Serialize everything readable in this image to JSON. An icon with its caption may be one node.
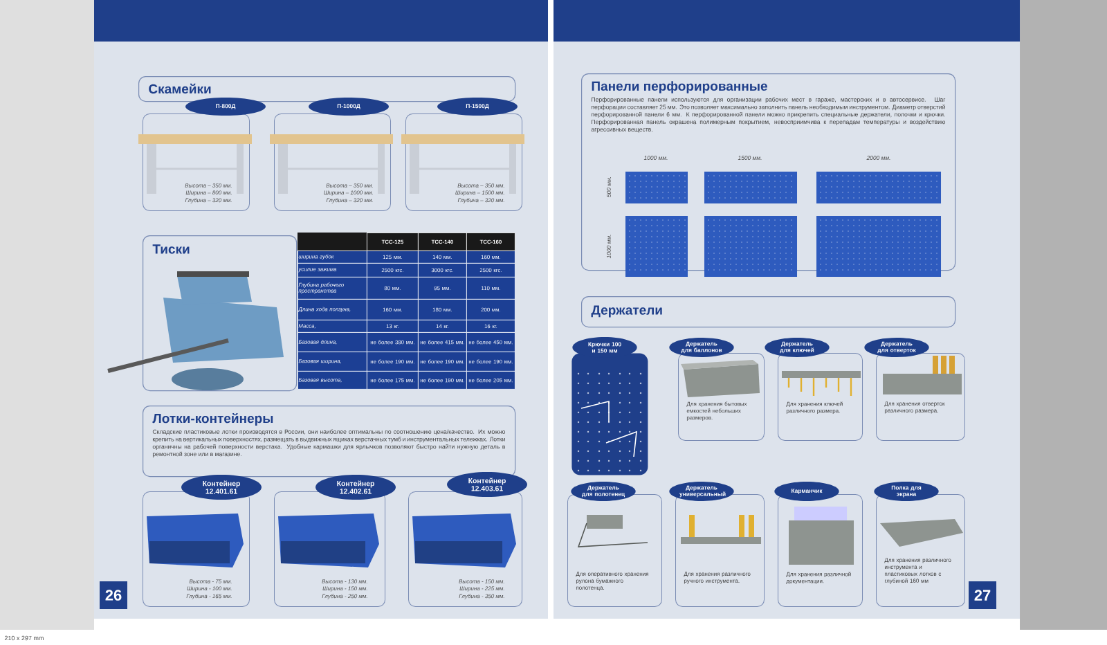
{
  "diagram": {
    "nodes": [
      {
        "text": [
          "Скамейки"
        ]
      },
      {
        "text": [
          "П-800Д",
          "Высота – 350 мм.",
          "Ширина – 800 мм.",
          "Глубина – 320 мм."
        ]
      },
      {
        "text": [
          "П-1000Д",
          "Высота – 350 мм.",
          "Ширина – 1000 мм.",
          "Глубина – 320 мм."
        ]
      },
      {
        "text": [
          "П-1500Д",
          "Высота – 350 мм.",
          "Ширина – 1500 мм.",
          "Глубина – 320 мм."
        ]
      },
      {
        "text": [
          "Тиски"
        ]
      },
      {
        "text": [
          "Лотки-контейнеры",
          "Складские пластиковые лотки производятся в России, они наиболее оптимальны по соотношению цена/качество. Их можно крепить на вертикальных поверхностях, размещать в выдвижных ящиках верстачных тумб и инструментальных тележках. Лотки органичны на рабочей поверхности верстака. Удобные кармашки для ярлычков позволяют быстро найти нужную деталь в ремонтной зоне или в магазине."
        ]
      },
      {
        "text": [
          "Контейнер 12.401.61",
          "Высота - 75 мм.",
          "Ширина - 100 мм.",
          "Глубина - 165 мм."
        ]
      },
      {
        "text": [
          "Контейнер 12.402.61",
          "Высота - 130 мм.",
          "Ширина - 150 мм.",
          "Глубина - 250 мм."
        ]
      },
      {
        "text": [
          "Контейнер 12.403.61",
          "Высота - 150 мм.",
          "Ширина - 225 мм.",
          "Глубина - 350 мм."
        ]
      },
      {
        "text": [
          "Панели перфорированные",
          "Перфорированные панели используются для организации рабочих мест в гараже, мастерских и в автосервисе. Шаг перфорации составляет 25 мм. Это позволяет максимально заполнить панель необходимым инструментом. Диаметр отверстий перфорированной панели 6 мм. К перфорированной панели можно прикрепить специальные держатели, полочки и крючки. Перфорированная панель окрашена полимерным покрытием, невосприимчива к перепадам температуры и воздействию агрессивных веществ."
        ]
      },
      {
        "text": [
          "Держатели"
        ]
      },
      {
        "text": [
          "Крючки 100 и 150 мм"
        ]
      },
      {
        "text": [
          "Держатель для баллонов",
          "Для хранения бытовых емкостей небольших размеров."
        ]
      },
      {
        "text": [
          "Держатель для ключей",
          "Для хранения ключей различного размера."
        ]
      },
      {
        "text": [
          "Держатель для отверток",
          "Для хранения отверток различного размера."
        ]
      },
      {
        "text": [
          "Держатель для полотенец",
          "Для оперативного хранения рулона бумажного полотенца."
        ]
      },
      {
        "text": [
          "Держатель универсальный",
          "Для хранения различного ручного инструмента."
        ]
      },
      {
        "text": [
          "Карманчик",
          "Для хранения различной документации."
        ]
      },
      {
        "text": [
          "Полка для экрана",
          "Для хранения различного инструмента и пластиковых лотков с глубиной 160 мм"
        ]
      }
    ],
    "labels": [
      "ТСС-125",
      "ТСС-140",
      "ТСС-160",
      "ширина губок",
      "125 мм.",
      "140 мм.",
      "160 мм.",
      "усилие зажима",
      "2500 кгс.",
      "3000 кгс.",
      "2500 кгс.",
      "Глубина рабочего пространства",
      "80 мм.",
      "95 мм.",
      "110 мм.",
      "Длина хода ползуна,",
      "160 мм.",
      "180 мм.",
      "200 мм.",
      "Масса,",
      "13 кг.",
      "14 кг.",
      "16 кг.",
      "Базовая длина,",
      "не более 380 мм.",
      "не более 415 мм.",
      "не более 450 мм.",
      "Базовая ширина,",
      "не более 190 мм.",
      "не более 190 мм.",
      "не более 190 мм.",
      "Базовая высота,",
      "не более 175 мм.",
      "не более 190 мм.",
      "не более 205 мм.",
      "26",
      "1000 мм.",
      "1500 мм.",
      "2000 мм.",
      "500 мм.",
      "1000 мм.",
      "27",
      "210 x 297 mm"
    ]
  }
}
